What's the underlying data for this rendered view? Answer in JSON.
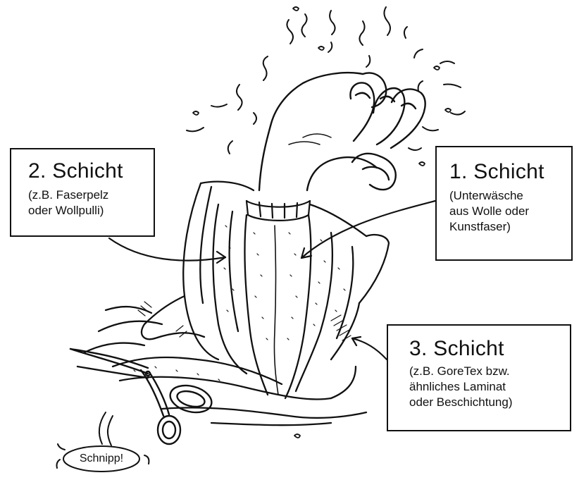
{
  "layers": [
    {
      "id": "1",
      "title": "1. Schicht",
      "lines": [
        "(Unterwäsche",
        "aus Wolle oder",
        "Kunstfaser)"
      ]
    },
    {
      "id": "2",
      "title": "2. Schicht",
      "lines": [
        "(z.B. Faserpelz",
        "oder Wollpulli)"
      ]
    },
    {
      "id": "3",
      "title": "3. Schicht",
      "lines": [
        "(z.B. GoreTex bzw.",
        "ähnliches Laminat",
        "oder Beschichtung)"
      ]
    }
  ],
  "sound_effect": "Schnipp!",
  "colors": {
    "ink": "#111111",
    "paper": "#ffffff"
  }
}
